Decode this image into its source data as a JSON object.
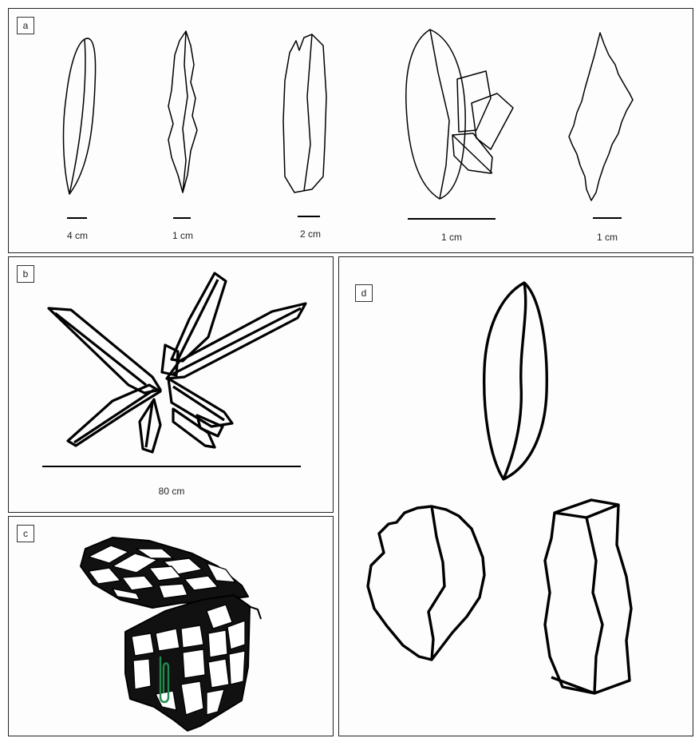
{
  "panels": {
    "a": {
      "label": "a",
      "scale_labels": [
        "4 cm",
        "1 cm",
        "2 cm",
        "1 cm",
        "1 cm"
      ]
    },
    "b": {
      "label": "b",
      "scale_label": "80 cm"
    },
    "c": {
      "label": "c"
    },
    "d": {
      "label": "d"
    }
  },
  "colors": {
    "outline": "#000000",
    "paperclip": "#1f8a4c"
  }
}
